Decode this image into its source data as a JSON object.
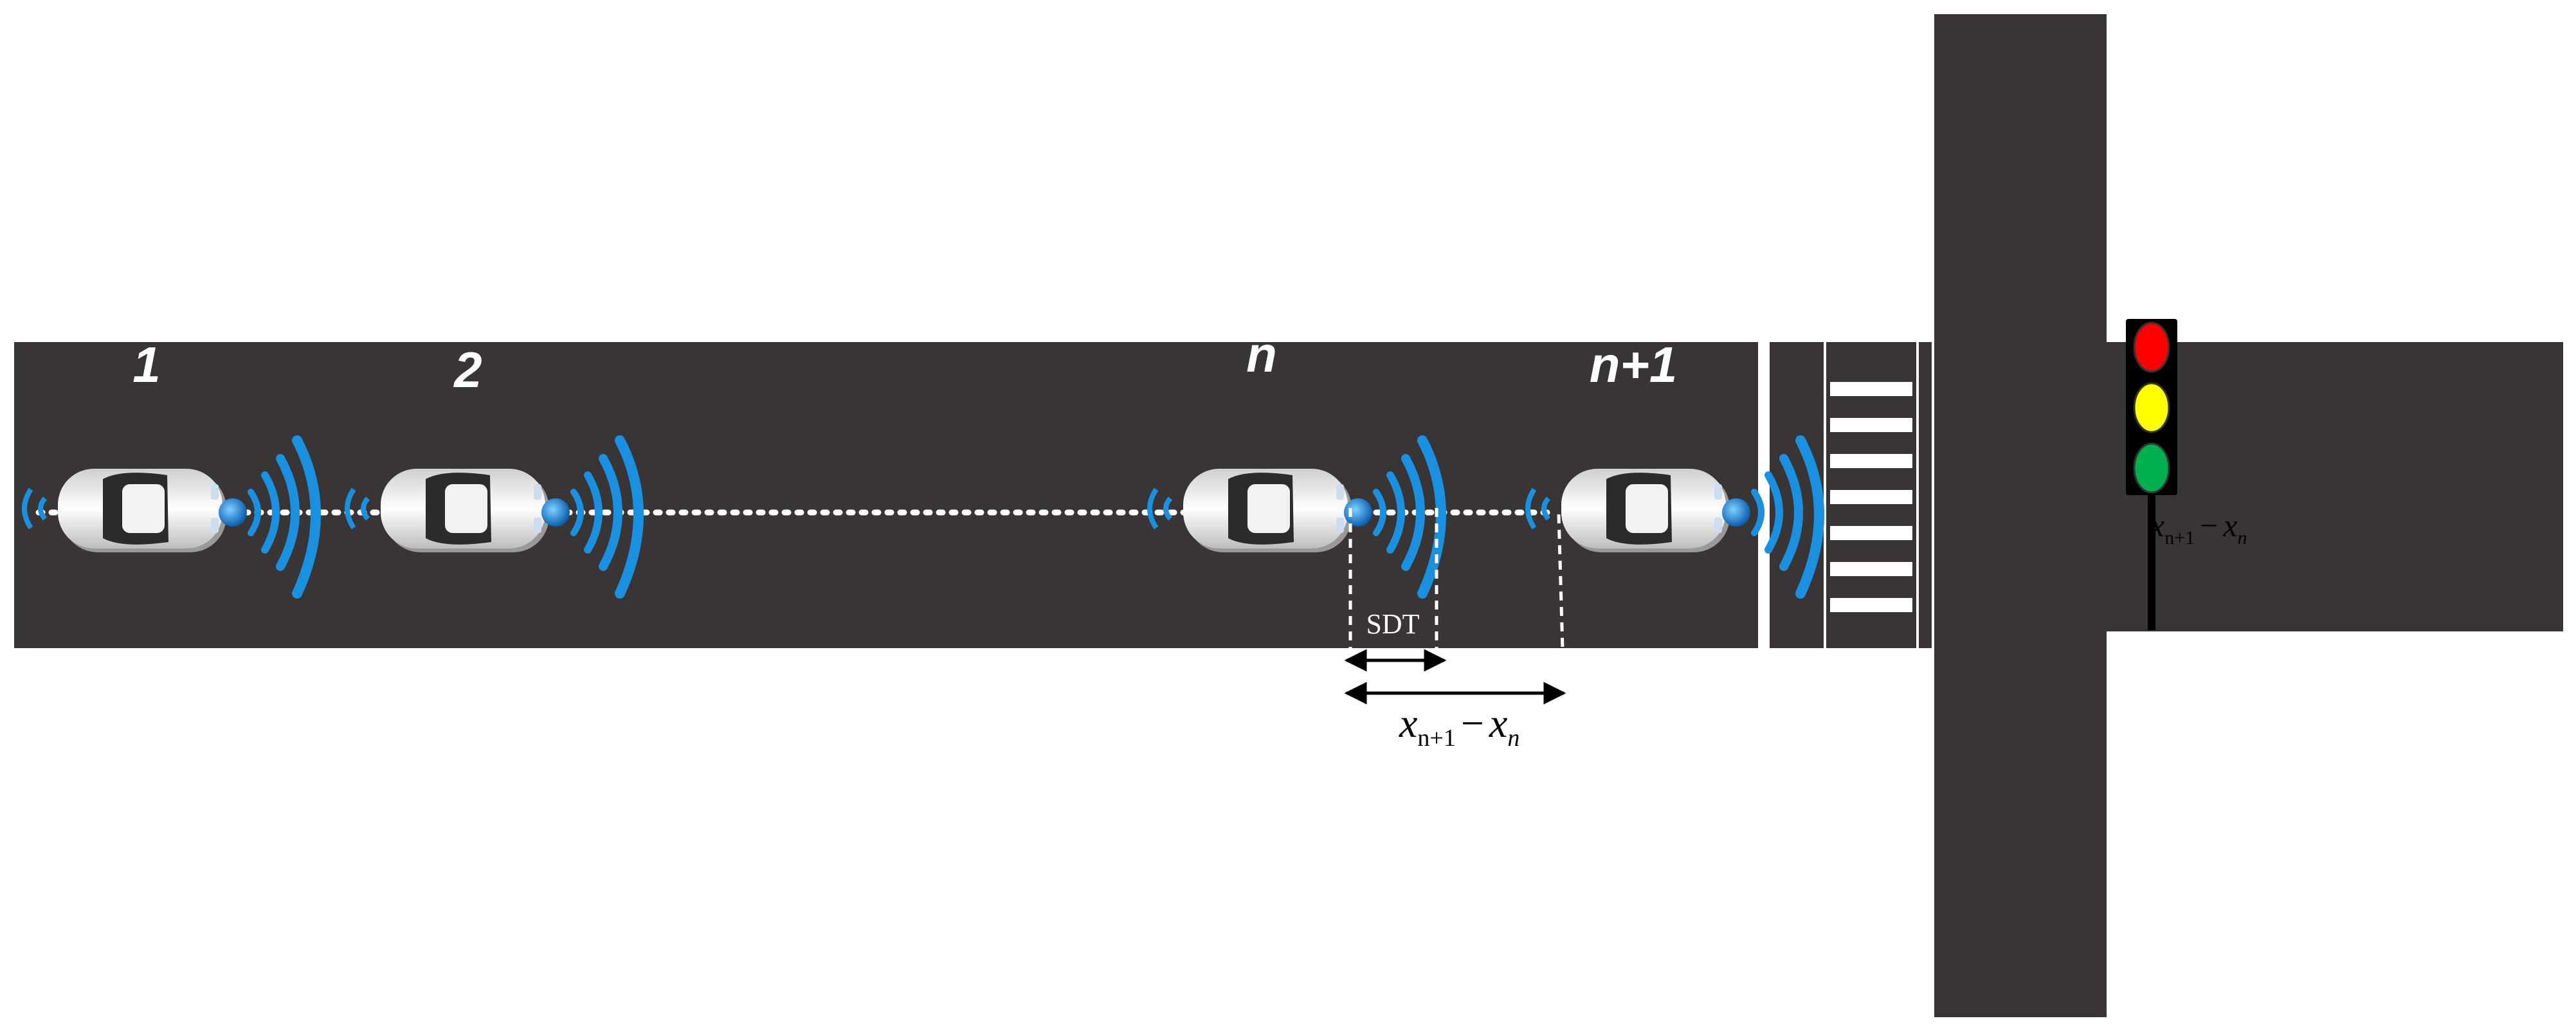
{
  "vehicles": [
    {
      "label": "1"
    },
    {
      "label": "2"
    },
    {
      "label": "n"
    },
    {
      "label": "n+1"
    }
  ],
  "annotations": {
    "sdt": "SDT",
    "gap": {
      "x": "x",
      "sub_a": "n+1",
      "minus": "−",
      "x2": "x",
      "sub_b": "n"
    },
    "gap_overlay": {
      "x": "x",
      "sub_a": "n+1",
      "minus": "−",
      "x2": "x",
      "sub_b": "n"
    }
  },
  "traffic_light": {
    "lamps": [
      "red",
      "yellow",
      "green"
    ]
  },
  "colors": {
    "road": "#383534",
    "marking": "#ffffff",
    "signal": "#1a90e0",
    "lamp_red": "#ff0000",
    "lamp_yellow": "#ffff00",
    "lamp_green": "#00b050"
  }
}
